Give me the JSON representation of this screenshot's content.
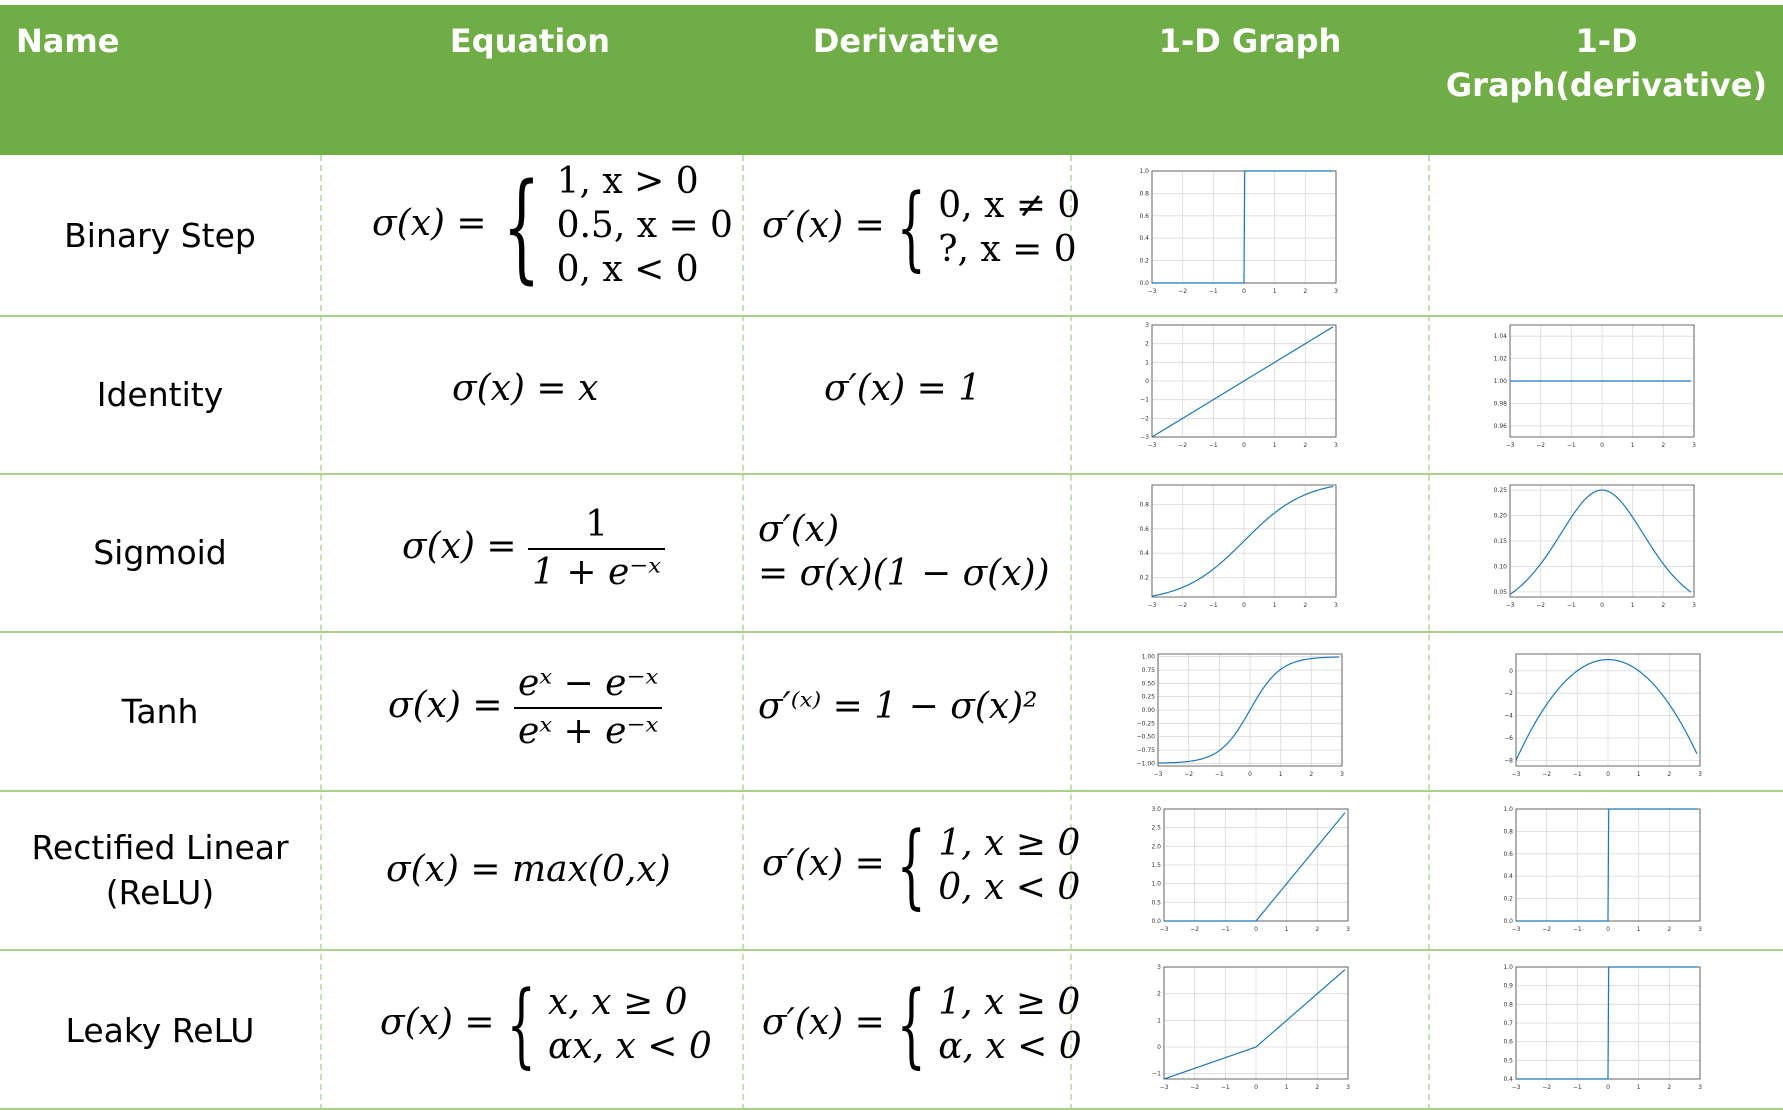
{
  "headers": {
    "name": "Name",
    "equation": "Equation",
    "derivative": "Derivative",
    "graph": "1-D Graph",
    "graph_derivative_line1": "1-D",
    "graph_derivative_line2": "Graph(derivative)"
  },
  "rows": [
    {
      "name": "Binary Step",
      "eq": {
        "lhs": "σ(x) =",
        "cases": [
          "1,   x > 0",
          "0.5, x = 0",
          "0,   x < 0"
        ]
      },
      "deriv": {
        "lhs": "σ′(x) =",
        "cases": [
          "0, x ≠ 0",
          "?, x = 0"
        ]
      }
    },
    {
      "name": "Identity",
      "eq": {
        "text": "σ(x) = x"
      },
      "deriv": {
        "text": "σ′(x) = 1"
      }
    },
    {
      "name": "Sigmoid",
      "eq": {
        "lhs": "σ(x) =",
        "num": "1",
        "den": "1 + e⁻ˣ"
      },
      "deriv": {
        "line1": "σ′(x)",
        "line2": "= σ(x)(1 − σ(x))"
      }
    },
    {
      "name": "Tanh",
      "eq": {
        "lhs": "σ(x) =",
        "num": "eˣ − e⁻ˣ",
        "den": "eˣ + e⁻ˣ"
      },
      "deriv": {
        "text": "σ′⁽ˣ⁾ = 1 − σ(x)²"
      }
    },
    {
      "name_line1": "Rectified Linear",
      "name_line2": "(ReLU)",
      "eq": {
        "text": "σ(x) = max(0,x)"
      },
      "deriv": {
        "lhs": "σ′(x) =",
        "cases": [
          "1, x ≥ 0",
          "0, x < 0"
        ]
      }
    },
    {
      "name": "Leaky ReLU",
      "eq": {
        "lhs": "σ(x) =",
        "cases": [
          "x,  x ≥ 0",
          "αx, x < 0"
        ]
      },
      "deriv": {
        "lhs": "σ′(x) =",
        "cases": [
          "1, x ≥ 0",
          "α, x < 0"
        ]
      }
    }
  ],
  "colors": {
    "header_bg": "#70ad47",
    "header_text": "#ffffff",
    "line": "#1f77b4",
    "grid": "#d9d9d9",
    "divider": "#a9d18e"
  },
  "chart_data": [
    {
      "id": "binary-step",
      "type": "line",
      "xlim": [
        -3,
        3
      ],
      "xticks": [
        -3,
        -2,
        -1,
        0,
        1,
        2,
        3
      ],
      "yticks": [
        "0.0",
        "0.2",
        "0.4",
        "0.6",
        "0.8",
        "1.0"
      ],
      "ylim": [
        0,
        1
      ],
      "func": "step",
      "grid": true
    },
    {
      "id": "identity",
      "type": "line",
      "xlim": [
        -3,
        3
      ],
      "xticks": [
        -3,
        -2,
        -1,
        0,
        1,
        2,
        3
      ],
      "yticks": [
        "−3",
        "−2",
        "−1",
        "0",
        "1",
        "2",
        "3"
      ],
      "ylim": [
        -3,
        3
      ],
      "func": "identity",
      "grid": true
    },
    {
      "id": "identity-deriv",
      "type": "line",
      "xlim": [
        -3,
        3
      ],
      "xticks": [
        -3,
        -2,
        -1,
        0,
        1,
        2,
        3
      ],
      "yticks": [
        "0.96",
        "0.98",
        "1.00",
        "1.02",
        "1.04"
      ],
      "ylim": [
        0.95,
        1.05
      ],
      "func": "one",
      "grid": true
    },
    {
      "id": "sigmoid",
      "type": "line",
      "xlim": [
        -3,
        3
      ],
      "xticks": [
        -3,
        -2,
        -1,
        0,
        1,
        2,
        3
      ],
      "yticks": [
        "0.2",
        "0.4",
        "0.6",
        "0.8"
      ],
      "ylim": [
        0.04,
        0.96
      ],
      "func": "sigmoid",
      "grid": true
    },
    {
      "id": "sigmoid-deriv",
      "type": "line",
      "xlim": [
        -3,
        3
      ],
      "xticks": [
        -3,
        -2,
        -1,
        0,
        1,
        2,
        3
      ],
      "yticks": [
        "0.05",
        "0.10",
        "0.15",
        "0.20",
        "0.25"
      ],
      "ylim": [
        0.04,
        0.26
      ],
      "func": "dsigmoid",
      "grid": true
    },
    {
      "id": "tanh",
      "type": "line",
      "xlim": [
        -3,
        3
      ],
      "xticks": [
        -3,
        -2,
        -1,
        0,
        1,
        2,
        3
      ],
      "yticks": [
        "−1.00",
        "−0.75",
        "−0.50",
        "−0.25",
        "0.00",
        "0.25",
        "0.50",
        "0.75",
        "1.00"
      ],
      "ylim": [
        -1.05,
        1.05
      ],
      "func": "tanh",
      "grid": true
    },
    {
      "id": "tanh-deriv",
      "type": "line",
      "xlim": [
        -3,
        3
      ],
      "xticks": [
        -3,
        -2,
        -1,
        0,
        1,
        2,
        3
      ],
      "yticks": [
        "−8",
        "−6",
        "−4",
        "−2",
        "0"
      ],
      "ylim": [
        -8.5,
        1.5
      ],
      "func": "dtanh_shown",
      "grid": true
    },
    {
      "id": "relu",
      "type": "line",
      "xlim": [
        -3,
        3
      ],
      "xticks": [
        -3,
        -2,
        -1,
        0,
        1,
        2,
        3
      ],
      "yticks": [
        "0.0",
        "0.5",
        "1.0",
        "1.5",
        "2.0",
        "2.5",
        "3.0"
      ],
      "ylim": [
        0,
        3
      ],
      "func": "relu",
      "grid": true
    },
    {
      "id": "relu-deriv",
      "type": "line",
      "xlim": [
        -3,
        3
      ],
      "xticks": [
        -3,
        -2,
        -1,
        0,
        1,
        2,
        3
      ],
      "yticks": [
        "0.0",
        "0.2",
        "0.4",
        "0.6",
        "0.8",
        "1.0"
      ],
      "ylim": [
        0,
        1
      ],
      "func": "step",
      "grid": true
    },
    {
      "id": "leaky-relu",
      "type": "line",
      "xlim": [
        -3,
        3
      ],
      "xticks": [
        -3,
        -2,
        -1,
        0,
        1,
        2,
        3
      ],
      "yticks": [
        "−1",
        "0",
        "1",
        "2",
        "3"
      ],
      "ylim": [
        -1.2,
        3
      ],
      "func": "leaky",
      "grid": true
    },
    {
      "id": "leaky-relu-deriv",
      "type": "line",
      "xlim": [
        -3,
        3
      ],
      "xticks": [
        -3,
        -2,
        -1,
        0,
        1,
        2,
        3
      ],
      "yticks": [
        "0.4",
        "0.5",
        "0.6",
        "0.7",
        "0.8",
        "0.9",
        "1.0"
      ],
      "ylim": [
        0.4,
        1.0
      ],
      "func": "leaky_step",
      "grid": true
    }
  ]
}
